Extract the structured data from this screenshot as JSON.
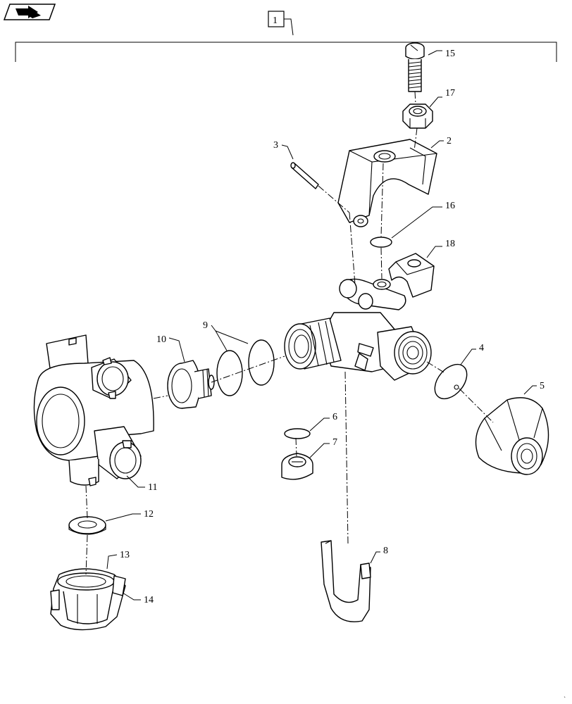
{
  "diagram": {
    "assembly_label": "1",
    "callouts": {
      "c2": "2",
      "c3": "3",
      "c4": "4",
      "c5": "5",
      "c6": "6",
      "c7": "7",
      "c8": "8",
      "c9": "9",
      "c10": "10",
      "c11": "11",
      "c12": "12",
      "c13": "13",
      "c14": "14",
      "c15": "15",
      "c16": "16",
      "c17": "17",
      "c18": "18"
    }
  },
  "icons": {
    "corner": "book-arrow-icon"
  }
}
